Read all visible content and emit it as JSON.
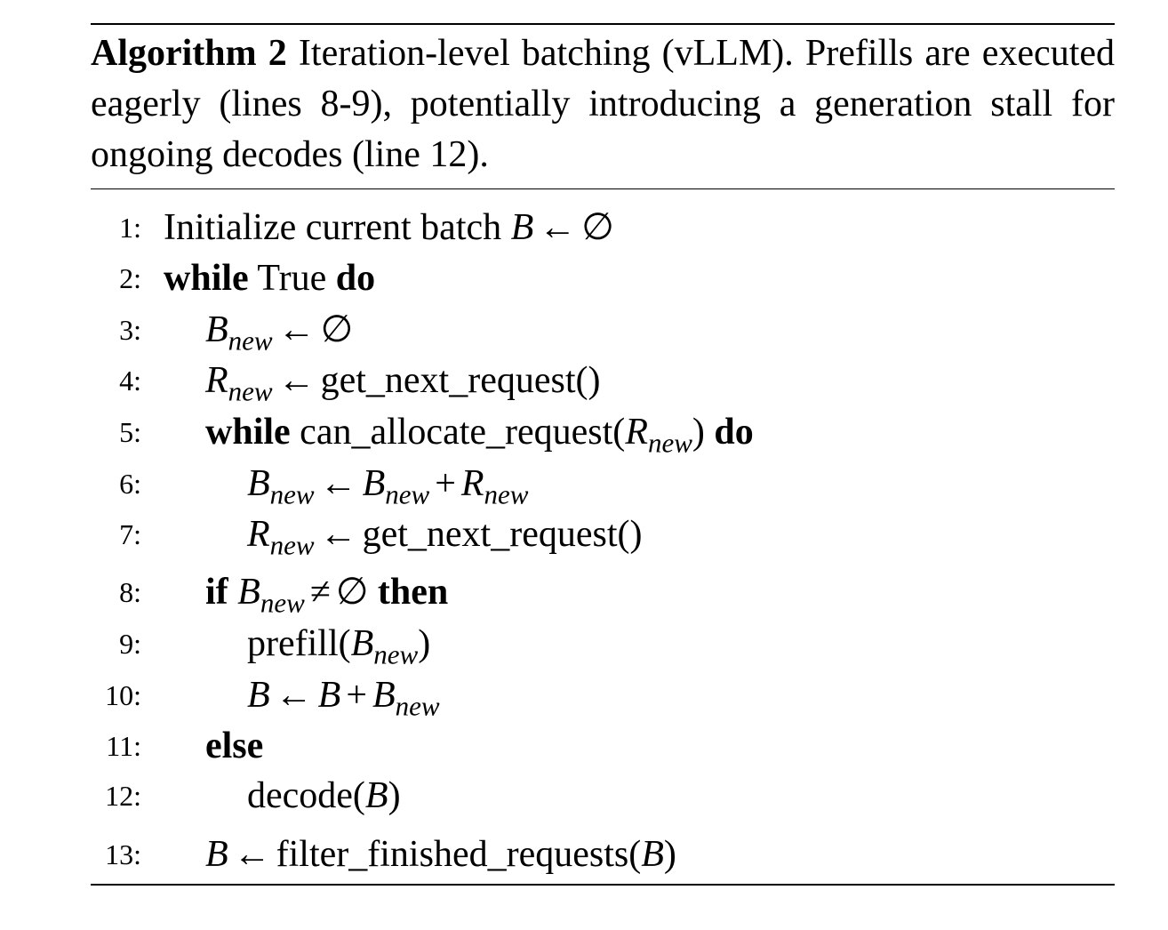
{
  "algorithm": {
    "label": "Algorithm 2",
    "caption": "Iteration-level batching (vLLM). Prefills are executed eagerly (lines 8-9), potentially introducing a generation stall for ongoing decodes (line 12)."
  },
  "symbols": {
    "empty_set": "∅",
    "arrow": "←",
    "plus": "+",
    "not_equal": "≠",
    "batch": "B",
    "request": "R",
    "sub_new": "new"
  },
  "keywords": {
    "while": "while",
    "do": "do",
    "if": "if",
    "then": "then",
    "else": "else"
  },
  "lines": [
    {
      "num": "1:",
      "text": "Initialize current batch"
    },
    {
      "num": "2:",
      "text": "True"
    },
    {
      "num": "3:"
    },
    {
      "num": "4:",
      "text": "get_next_request()"
    },
    {
      "num": "5:",
      "text": "can_allocate_request("
    },
    {
      "num": "6:"
    },
    {
      "num": "7:",
      "text": "get_next_request()"
    },
    {
      "num": "8:"
    },
    {
      "num": "9:",
      "text": "prefill("
    },
    {
      "num": "10:"
    },
    {
      "num": "11:"
    },
    {
      "num": "12:",
      "text": "decode("
    },
    {
      "num": "13:",
      "text": "filter_finished_requests("
    }
  ]
}
